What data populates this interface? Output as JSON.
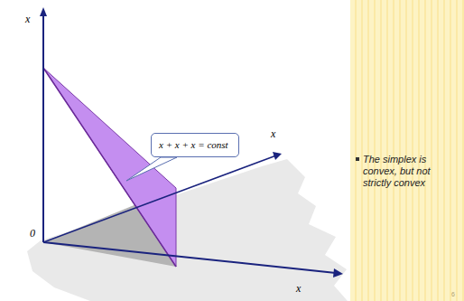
{
  "diagram": {
    "nodes": [
      {
        "text": [
          "x + x + x = const"
        ]
      }
    ],
    "labels": [
      "x",
      "x",
      "x",
      "0",
      "The simplex is convex, but not strictly convex",
      "6"
    ]
  }
}
